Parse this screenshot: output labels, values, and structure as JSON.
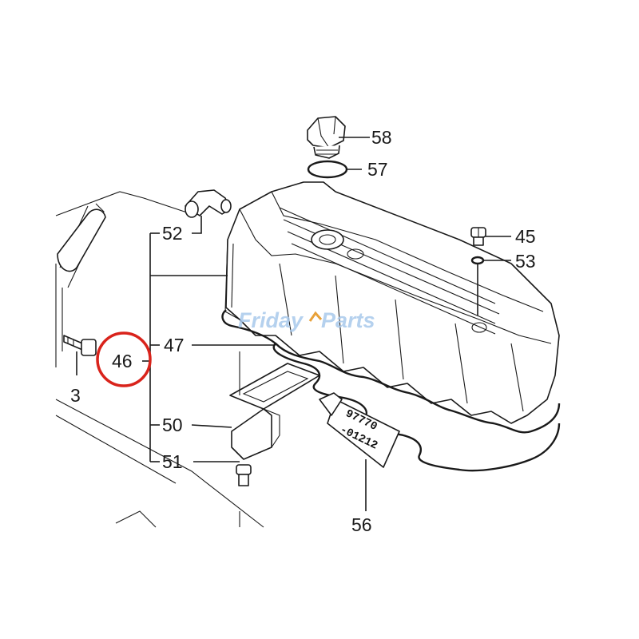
{
  "callouts": {
    "c58": "58",
    "c57": "57",
    "c45": "45",
    "c53": "53",
    "c52": "52",
    "c47": "47",
    "c46": "46",
    "c3": "3",
    "c50": "50",
    "c51": "51",
    "c56": "56"
  },
  "sealant_tube": {
    "line1": "97770",
    "line2": "-01212"
  },
  "watermark": {
    "brand_left": "Friday",
    "brand_right": "Parts"
  },
  "colors": {
    "highlight_circle": "#d9231b",
    "watermark": "#a9c9ec",
    "ink": "#1a1a1a"
  }
}
